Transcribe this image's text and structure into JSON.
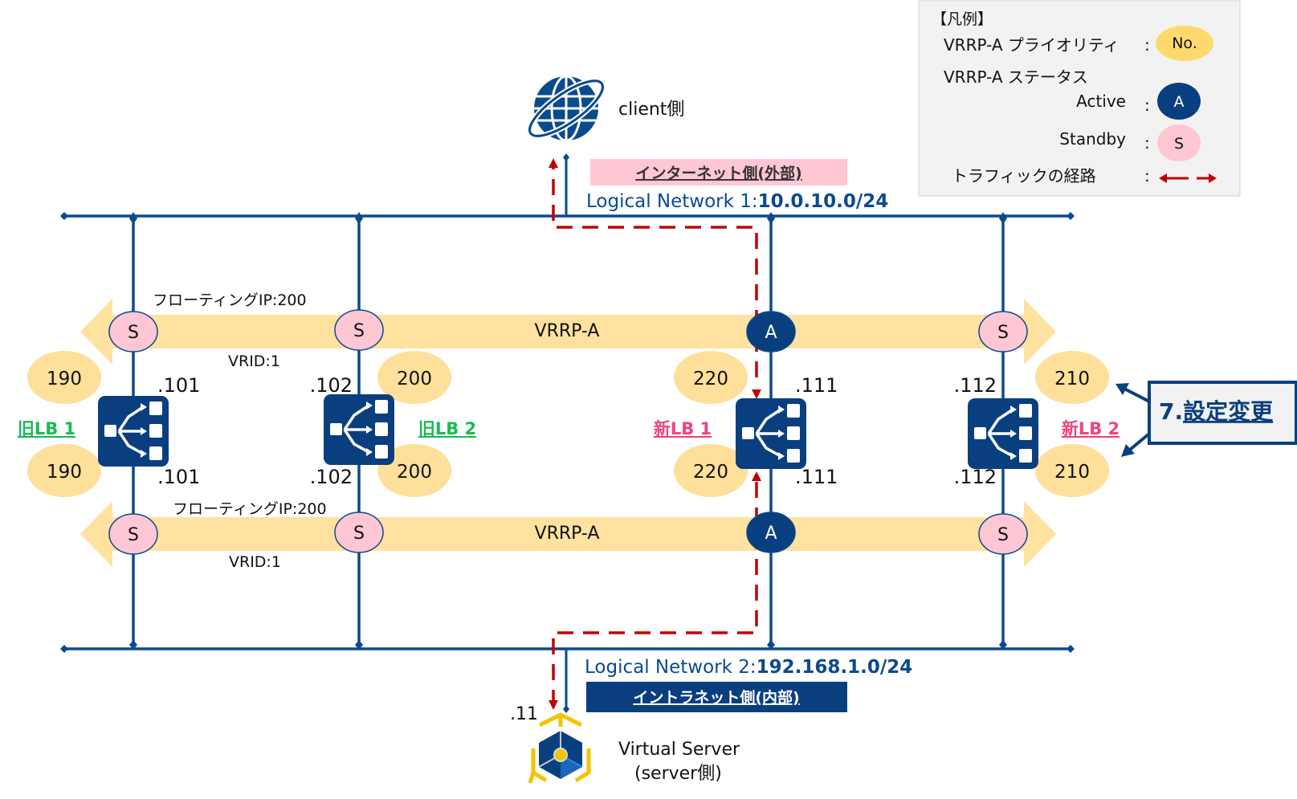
{
  "colors": {
    "navy": "#0B4A8E",
    "dark_navy": "#0A3F7F",
    "priority_fill": "#FFE09B",
    "standby_fill": "#FFC7D4",
    "traffic_red": "#C00000",
    "band_fill": "#FFE1A0",
    "old_lb_label": "#1DB954",
    "new_lb_label": "#F0457A",
    "legend_bg": "#F2F2F2",
    "internet_band_bg": "#FFC7D4",
    "intranet_band_bg": "#0A3F7F",
    "server_yellow": "#F5C400"
  },
  "legend": {
    "title": "【凡例】",
    "priority_label": "VRRP-A プライオリティ",
    "priority_badge": "No.",
    "status_label": "VRRP-A ステータス",
    "active_label": "Active",
    "active_badge": "A",
    "standby_label": "Standby",
    "standby_badge": "S",
    "traffic_label": "トラフィックの経路",
    "colon": ":"
  },
  "client": {
    "icon": "globe-icon",
    "label": "client側",
    "side_label": "インターネット側(外部)"
  },
  "network1": {
    "name": "Logical Network 1:",
    "cidr": "10.0.10.0/24"
  },
  "network2": {
    "name": "Logical Network 2:",
    "cidr": "192.168.1.0/24",
    "side_label": "イントラネット側(内部)"
  },
  "server": {
    "icon": "virtual-server-icon",
    "label_line1": "Virtual Server",
    "label_line2": "(server側)",
    "ip": ".11"
  },
  "vrrp_bands": [
    {
      "label": "VRRP-A",
      "floating_ip": "フローティングIP:200",
      "vrid": "VRID:1"
    },
    {
      "label": "VRRP-A",
      "floating_ip": "フローティングIP:200",
      "vrid": "VRID:1"
    }
  ],
  "load_balancers": [
    {
      "name": "旧LB 1",
      "kind": "old",
      "ip_top": ".101",
      "ip_bottom": ".101",
      "priority_top": "190",
      "priority_bottom": "190",
      "status_top": "S",
      "status_bottom": "S"
    },
    {
      "name": "旧LB 2",
      "kind": "old",
      "ip_top": ".102",
      "ip_bottom": ".102",
      "priority_top": "200",
      "priority_bottom": "200",
      "status_top": "S",
      "status_bottom": "S"
    },
    {
      "name": "新LB 1",
      "kind": "new",
      "ip_top": ".111",
      "ip_bottom": ".111",
      "priority_top": "220",
      "priority_bottom": "220",
      "status_top": "A",
      "status_bottom": "A"
    },
    {
      "name": "新LB 2",
      "kind": "new",
      "ip_top": ".112",
      "ip_bottom": ".112",
      "priority_top": "210",
      "priority_bottom": "210",
      "status_top": "S",
      "status_bottom": "S"
    }
  ],
  "callout": {
    "number": "7.",
    "text": "設定変更"
  }
}
